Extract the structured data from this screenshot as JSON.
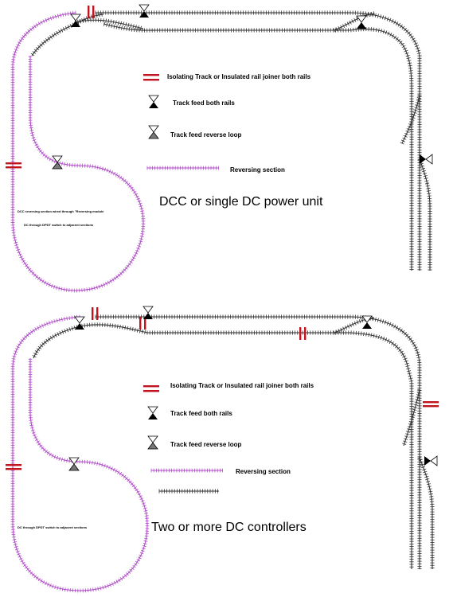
{
  "colors": {
    "track": "#333333",
    "reversing": "#b04ec8",
    "isolating": "#c0141e",
    "feed": "#000000"
  },
  "diagram_top": {
    "title": "DCC or single DC power unit",
    "legend": {
      "isolating": "Isolating Track or Insulated rail joiner both rails",
      "feed_both": "Track feed both rails",
      "feed_reverse": "Track feed reverse loop",
      "reversing": "Reversing section"
    },
    "note_1": "DCC reversing section wired through \"Reversing module",
    "note_2": "DC through DPDT switch to adjacent sections"
  },
  "diagram_bottom": {
    "title": "Two or more DC controllers",
    "legend": {
      "isolating": "Isolating Track or Insulated rail joiner both rails",
      "feed_both": "Track feed both rails",
      "feed_reverse": "Track feed reverse loop",
      "reversing": "Reversing section"
    },
    "note_1": "DC through DPDT switch to adjacent sections"
  },
  "icons": {
    "isolating": "isolating-joiner-icon",
    "feed_both": "track-feed-both-icon",
    "feed_reverse": "track-feed-reverse-icon",
    "reversing": "reversing-section-icon"
  }
}
